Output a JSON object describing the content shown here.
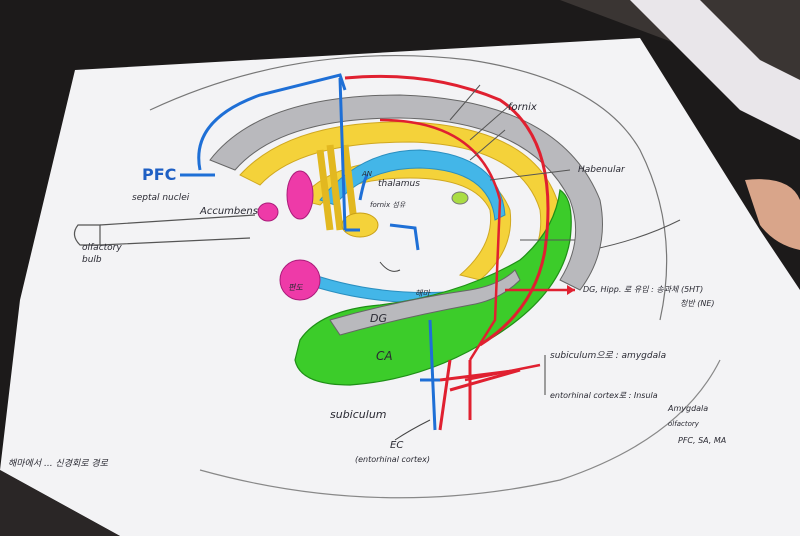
{
  "labels": {
    "pfc": "PFC",
    "septal_nuclei": "septal nuclei",
    "accumbens": "Accumbens",
    "olfactory_bulb_1": "olfactory",
    "olfactory_bulb_2": "bulb",
    "thalamus": "thalamus",
    "an": "AN",
    "fornix": "fornix",
    "habenular": "Habenular",
    "dg": "DG",
    "ca": "CA",
    "subiculum": "subiculum",
    "ec": "EC",
    "ec_full": "(entorhinal cortex)",
    "dg_hipp_note": "DG, Hipp. 로 유입 : 송과체 (5HT)",
    "ne_note": "청반 (NE)",
    "subiculum_arrow": "subiculum으로 : amygdala",
    "entorhinal_arrow": "entorhinal cortex로 : Insula",
    "list_amygdala": "Amygdala",
    "list_olfactory": "olfactory",
    "list_pfc": "PFC, SA, MA",
    "hippo_korean": "해마",
    "amygdala_korean": "편도",
    "fornix_korean": "fornix 섬유",
    "footer_note": "해마에서 ... 신경회로 경로"
  },
  "colors": {
    "paper": "#f3f3f5",
    "blue": "#1e6fd6",
    "red": "#e02030",
    "yellow": "#f4d23a",
    "green": "#3ccc2a",
    "cyan": "#43b6e8",
    "magenta": "#ee3aa8",
    "grey": "#b9b9bd",
    "ink": "#2a2a33"
  }
}
